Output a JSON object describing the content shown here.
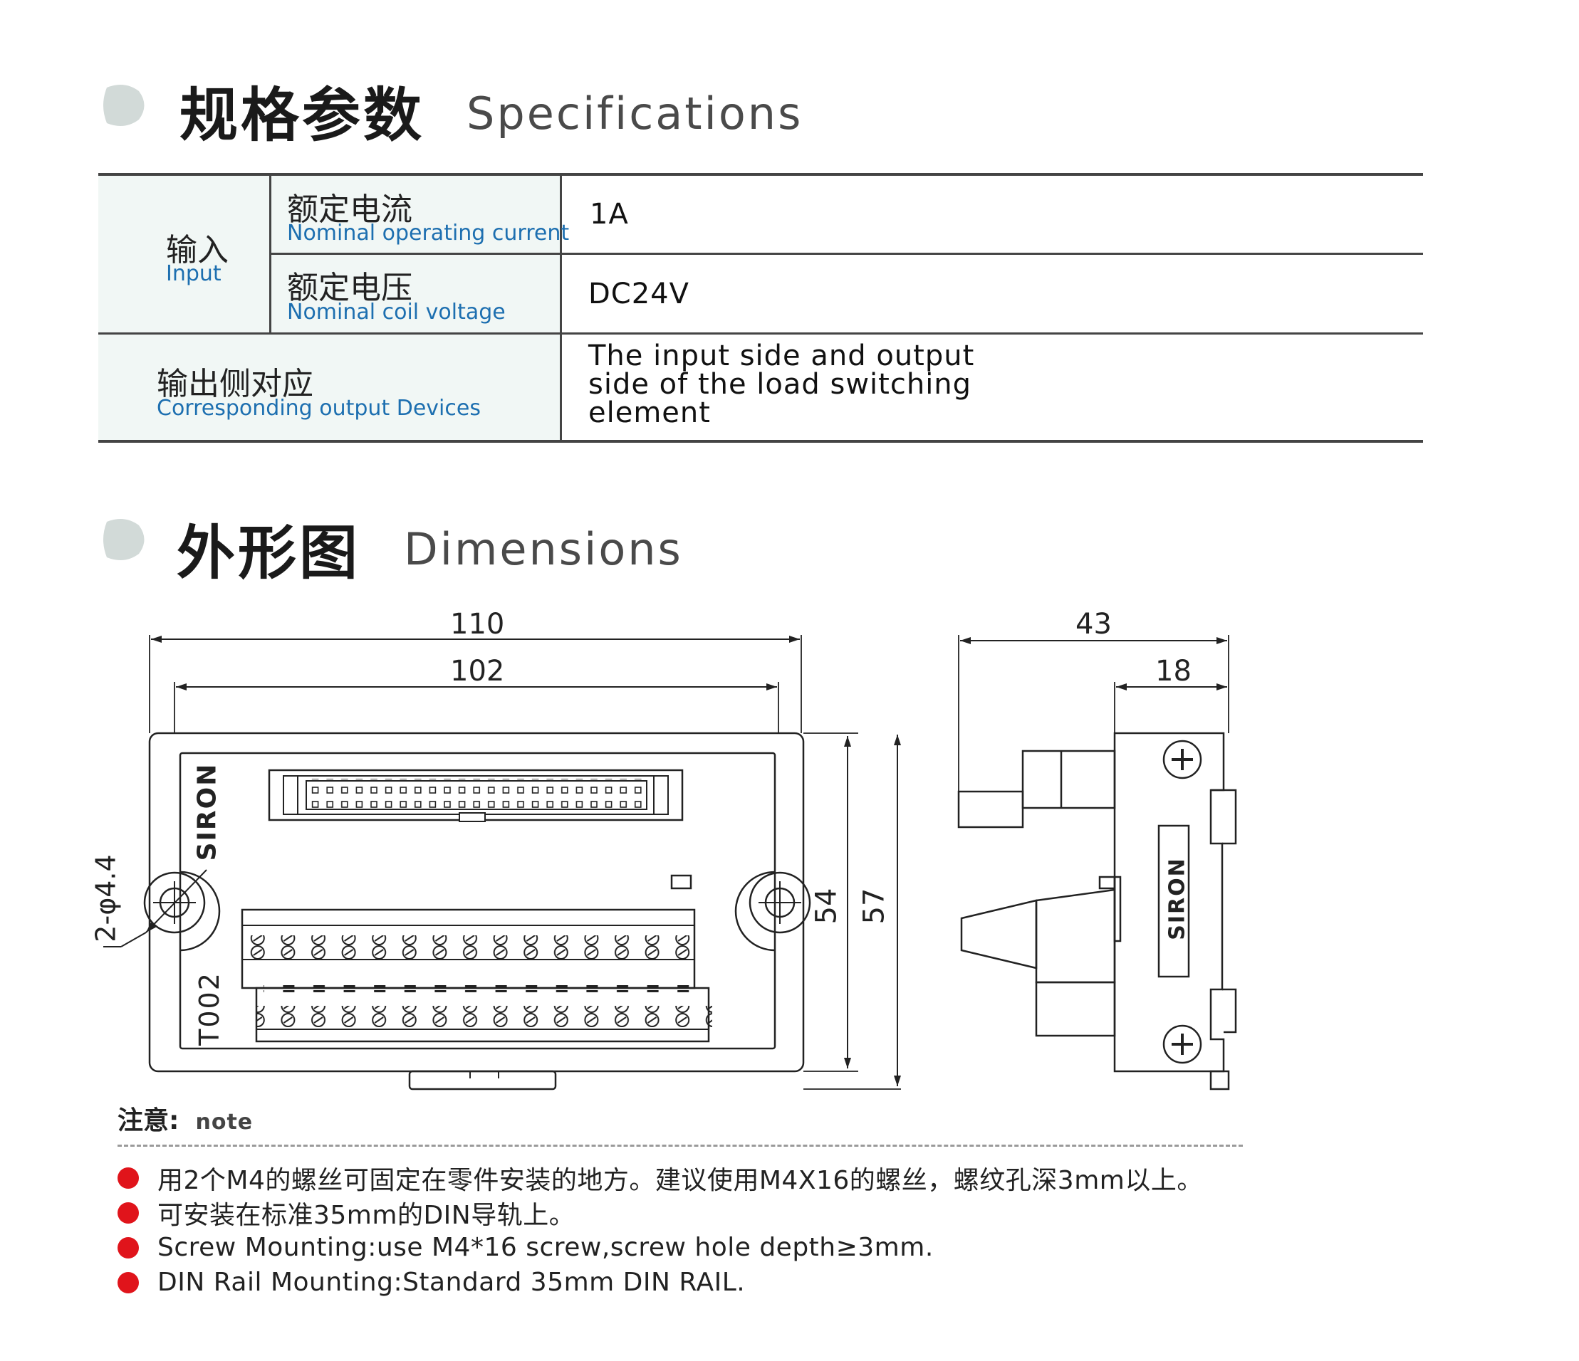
{
  "specs_section": {
    "title_cn": "规格参数",
    "title_en": "Specifications",
    "rows": {
      "input": {
        "group_cn": "输入",
        "group_en": "Input",
        "current": {
          "label_cn": "额定电流",
          "label_en": "Nominal operating current",
          "value": "1A"
        },
        "voltage": {
          "label_cn": "额定电压",
          "label_en": "Nominal coil voltage",
          "value": "DC24V"
        }
      },
      "output": {
        "label_cn": "输出侧对应",
        "label_en": "Corresponding output Devices",
        "value_lines": [
          "The input side and output",
          "side of the load switching",
          "element"
        ]
      }
    }
  },
  "dimensions_section": {
    "title_cn": "外形图",
    "title_en": "Dimensions",
    "front": {
      "width_total": "110",
      "width_inner": "102",
      "height_inner": "54",
      "height_total": "57",
      "hole_label": "2-φ4.4",
      "brand": "SIRON",
      "model": "T002"
    },
    "side": {
      "depth_total": "43",
      "depth_partial": "18",
      "brand": "SIRON"
    }
  },
  "notes": {
    "head_cn": "注意:",
    "head_en": "note",
    "items": [
      "用2个M4的螺丝可固定在零件安装的地方。建议使用M4X16的螺丝，螺纹孔深3mm以上。",
      "可安装在标准35mm的DIN导轨上。",
      "Screw Mounting:use M4*16 screw,screw hole depth≥3mm.",
      "DIN Rail Mounting:Standard 35mm DIN RAIL."
    ]
  },
  "colors": {
    "accent_blue": "#1d6fb0",
    "bullet_red": "#e0141b",
    "table_bg": "#f1f7f5",
    "dot_gray": "#d2dad8"
  }
}
